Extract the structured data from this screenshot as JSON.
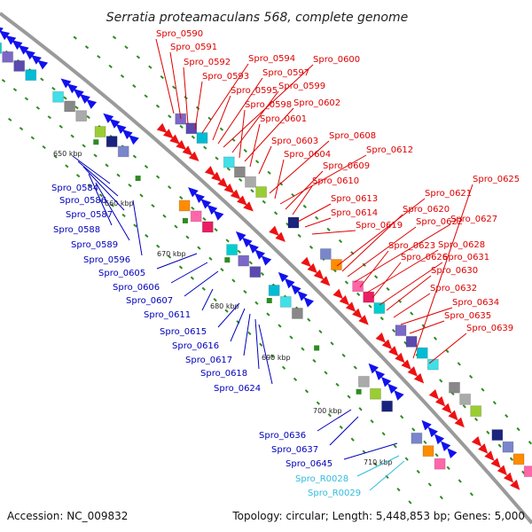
{
  "title": "Serratia proteamaculans 568, complete genome",
  "footer": {
    "accession": "Accession: NC_009832",
    "topology": "Topology: circular; Length: 5,448,853 bp; Genes: 5,000"
  },
  "colors": {
    "plus_strand_label": "#dd0000",
    "minus_strand_label": "#0000bb",
    "rna_label": "#33bbdd",
    "backbone": "#999999",
    "tick": "#228b22"
  },
  "ruler_ticks": [
    "650 kbp",
    "660 kbp",
    "670 kbp",
    "680 kbp",
    "690 kbp",
    "700 kbp",
    "710 kbp"
  ],
  "plus_labels": [
    "Spro_0590",
    "Spro_0591",
    "Spro_0592",
    "Spro_0593",
    "Spro_0594",
    "Spro_0595",
    "Spro_0597",
    "Spro_0600",
    "Spro_0599",
    "Spro_0598",
    "Spro_0602",
    "Spro_0601",
    "Spro_0603",
    "Spro_0608",
    "Spro_0604",
    "Spro_0612",
    "Spro_0609",
    "Spro_0610",
    "Spro_0613",
    "Spro_0614",
    "Spro_0619",
    "Spro_0625",
    "Spro_0621",
    "Spro_0620",
    "Spro_0622",
    "Spro_0627",
    "Spro_0623",
    "Spro_0628",
    "Spro_0626",
    "Spro_0631",
    "Spro_0630",
    "Spro_0632",
    "Spro_0634",
    "Spro_0635",
    "Spro_0639"
  ],
  "minus_labels": [
    "Spro_0584",
    "Spro_0586",
    "Spro_0587",
    "Spro_0588",
    "Spro_0589",
    "Spro_0596",
    "Spro_0605",
    "Spro_0606",
    "Spro_0607",
    "Spro_0611",
    "Spro_0615",
    "Spro_0616",
    "Spro_0617",
    "Spro_0618",
    "Spro_0624",
    "Spro_0636",
    "Spro_0637",
    "Spro_0645"
  ],
  "rna_labels": [
    "Spro_R0028",
    "Spro_R0029"
  ]
}
